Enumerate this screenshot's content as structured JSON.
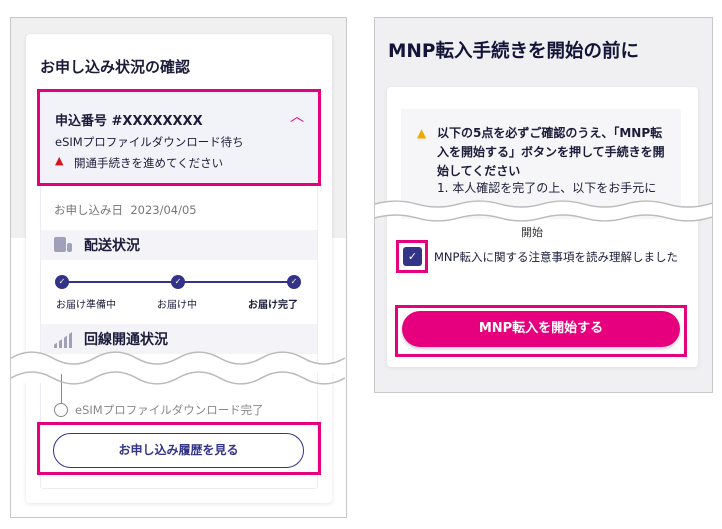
{
  "left": {
    "title": "お申し込み状況の確認",
    "order_label": "申込番号 #XXXXXXXX",
    "status": "eSIMプロファイルダウンロード待ち",
    "alert": "開通手続きを進めてください",
    "date_label": "お申し込み日",
    "date": "2023/04/05",
    "delivery_title": "配送状況",
    "steps": [
      "お届け準備中",
      "お届け中",
      "お届け完了"
    ],
    "line_title": "回線開通状況",
    "esim_step": "eSIMプロファイルダウンロード完了",
    "history_button": "お申し込み履歴を見る"
  },
  "right": {
    "title": "MNP転入手続きを開始の前に",
    "warning": "以下の5点を必ずご確認のうえ、「MNP転入を開始する」ボタンを押して手続きを開始してください",
    "item1": "1. 本人確認を完了の上、以下をお手元に",
    "partial": "開始",
    "checkbox_label": "MNP転入に関する注意事項を読み理解しました",
    "checked": true,
    "start_button": "MNP転入を開始する"
  },
  "colors": {
    "accent": "#e6007e",
    "navy": "#333388",
    "highlight": "#f2f3f8"
  }
}
